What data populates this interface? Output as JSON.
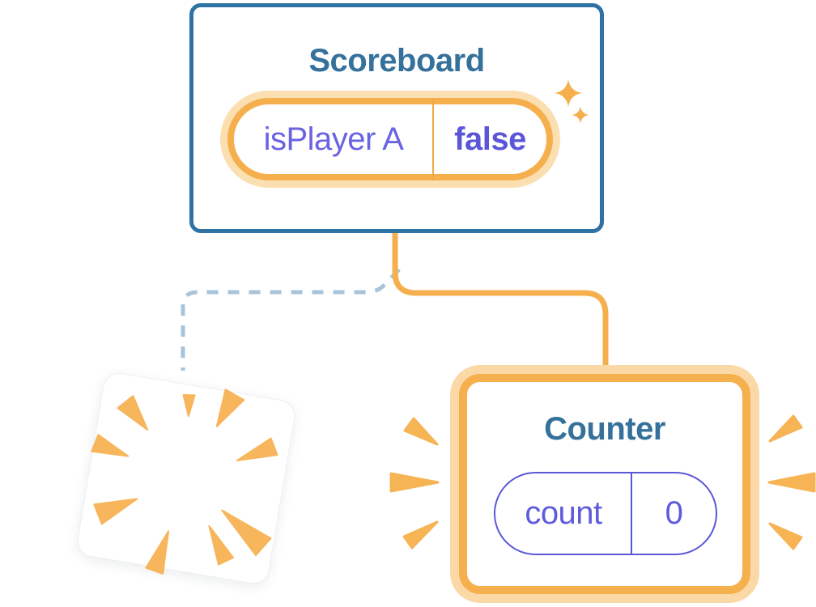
{
  "scoreboard": {
    "title": "Scoreboard",
    "state": {
      "label": "isPlayer A",
      "value": "false"
    }
  },
  "counter": {
    "title": "Counter",
    "state": {
      "label": "count",
      "value": "0"
    }
  },
  "icons": {
    "sparkles": "sparkle-stars",
    "explosion": "explosion-burst-rays",
    "emphasis": "emphasis-burst-marks",
    "connector_solid": "parent-child-connector",
    "connector_dashed": "removed-child-connector"
  },
  "colors": {
    "card_border_blue": "#2E73A3",
    "title_blue": "#35719B",
    "orange": "#F6AF4D",
    "orange_glow": "#FBDCA9",
    "ray_orange": "#F7B55C",
    "label_purple": "#6A63E2",
    "value_purple": "#5B55D8",
    "counter_purple": "#5B58D8",
    "dash_blue": "#A7C4DB"
  }
}
